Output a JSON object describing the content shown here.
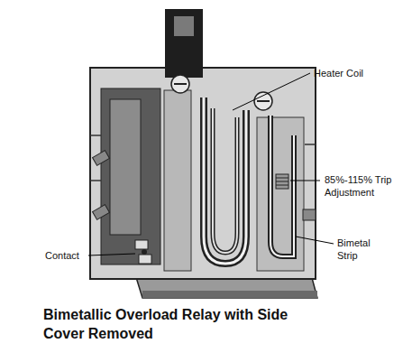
{
  "diagram": {
    "caption": "Bimetallic Overload Relay with Side Cover Removed",
    "labels": [
      "Heater Coil",
      "85%-115% Trip Adjustment",
      "Contact",
      "Bimetal Strip"
    ]
  }
}
